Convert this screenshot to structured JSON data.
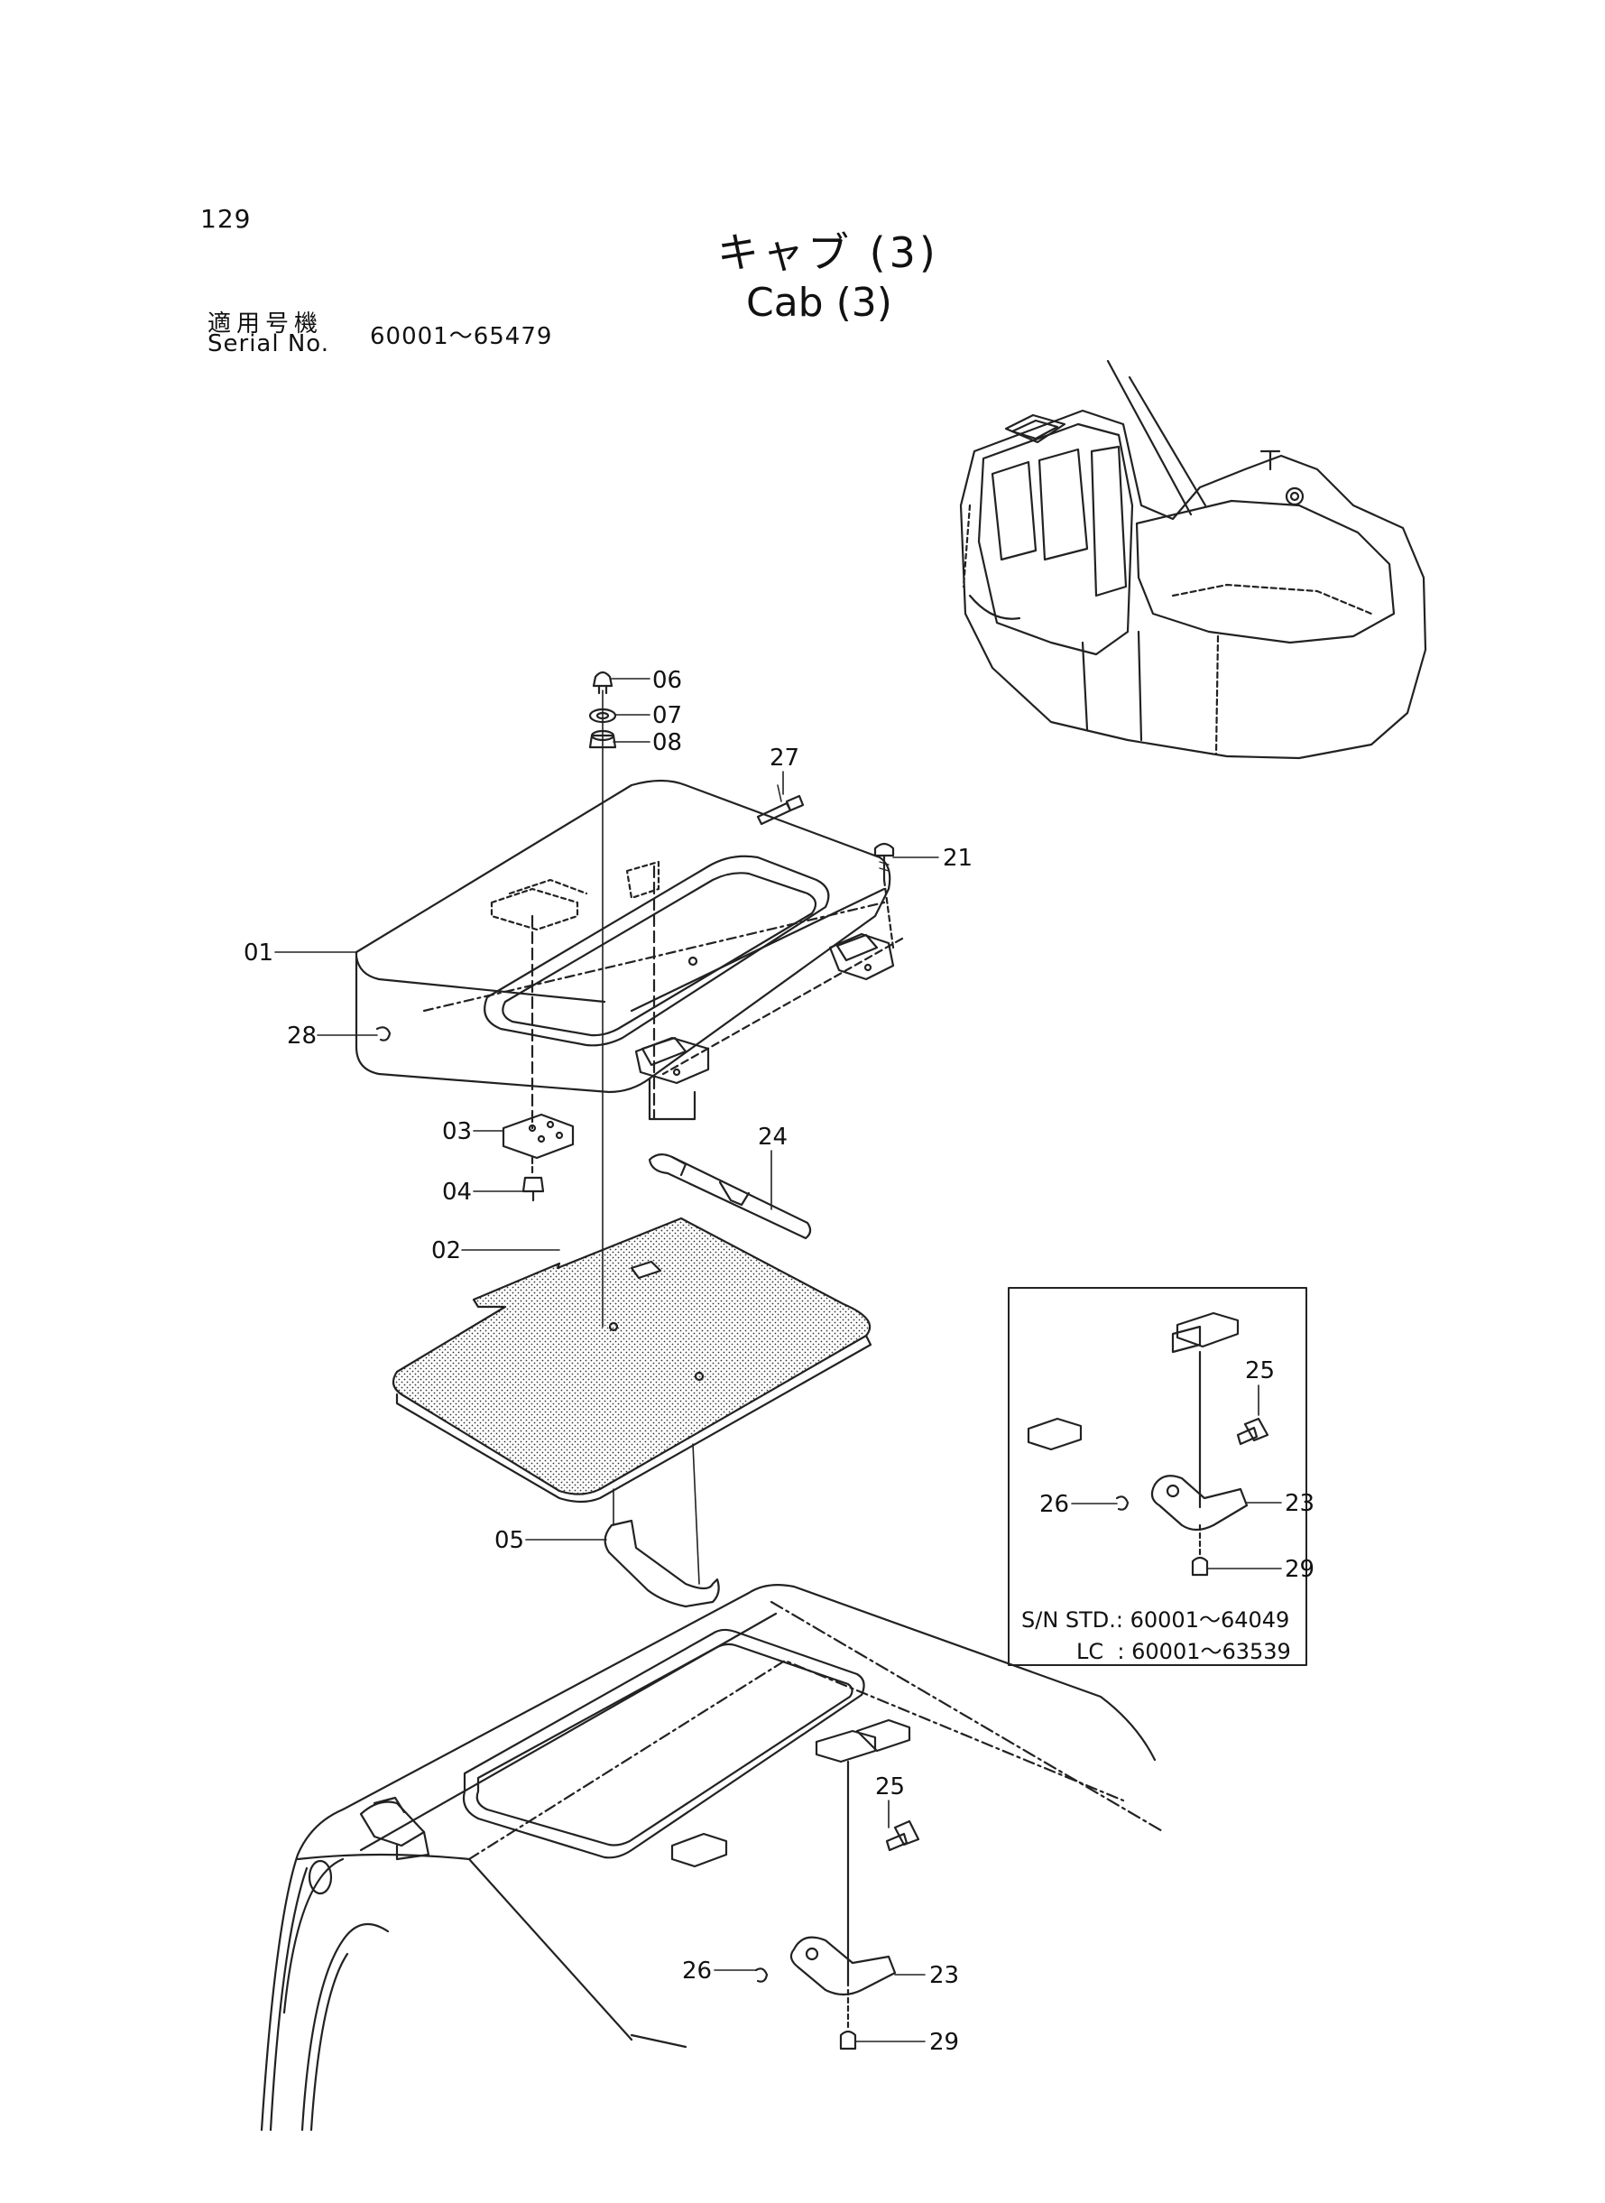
{
  "header": {
    "page_number": "129",
    "title_jp": "キャブ (3)",
    "title_en": "Cab (3)",
    "serial_label_jp": "適用号機",
    "serial_label_en": "Serial No.",
    "serial_range": "60001～65479"
  },
  "callouts": {
    "c01": "01",
    "c02": "02",
    "c03": "03",
    "c04": "04",
    "c05": "05",
    "c06": "06",
    "c07": "07",
    "c08": "08",
    "c21": "21",
    "c24": "24",
    "c27": "27",
    "c28": "28",
    "inset_25": "25",
    "inset_26": "26",
    "inset_23": "23",
    "inset_29": "29",
    "low_25": "25",
    "low_26": "26",
    "low_23": "23",
    "low_29": "29"
  },
  "inset_note": {
    "std": "S/N STD.: 60001～64049",
    "lc": "        LC  : 60001～63539"
  }
}
